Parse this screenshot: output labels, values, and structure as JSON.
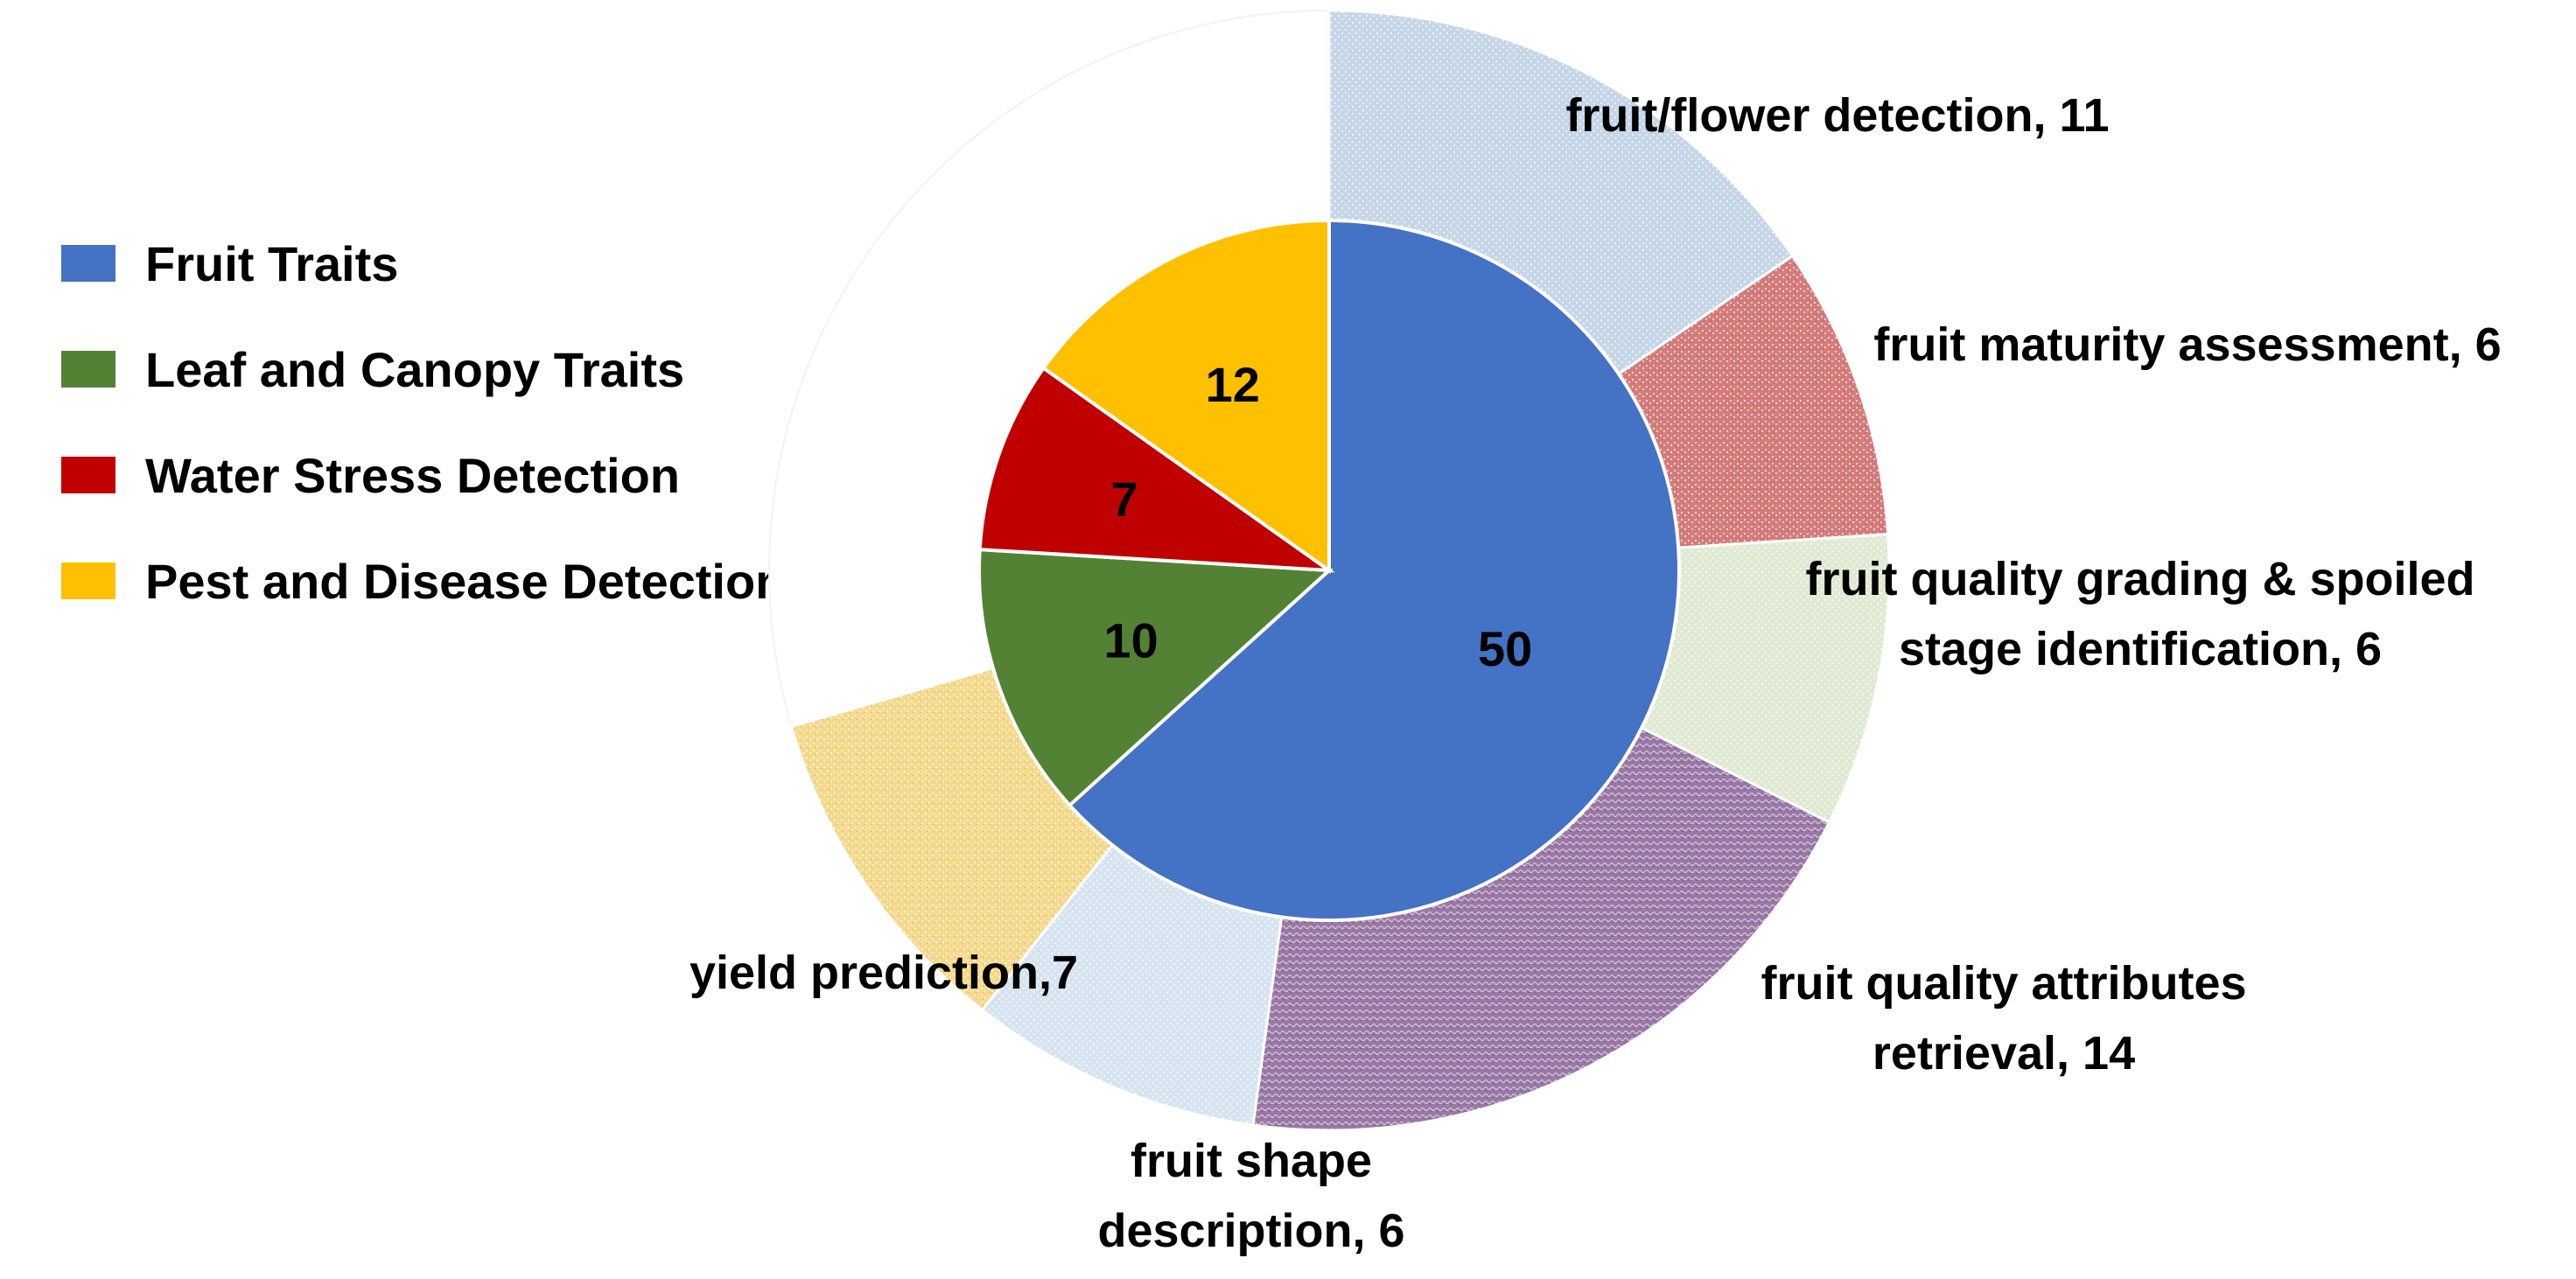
{
  "chart_data": {
    "type": "pie",
    "variant": "nested-donut",
    "title": "",
    "inner": {
      "categories": [
        "Fruit Traits",
        "Leaf and Canopy Traits",
        "Water Stress Detection",
        "Pest and Disease Detection"
      ],
      "values": [
        50,
        10,
        7,
        12
      ],
      "value_labels": [
        "50",
        "10",
        "7",
        "12"
      ],
      "colors": [
        "#4472c4",
        "#548235",
        "#c00000",
        "#ffc000"
      ]
    },
    "outer": {
      "parent": "Fruit Traits",
      "categories": [
        "fruit/flower detection",
        "fruit maturity assessment",
        "fruit quality grading & spoiled stage identification",
        "fruit quality attributes retrieval",
        "fruit shape description",
        "yield prediction"
      ],
      "values": [
        11,
        6,
        6,
        14,
        6,
        7
      ],
      "labels": [
        [
          "fruit/flower detection, 11"
        ],
        [
          "fruit maturity assessment, 6"
        ],
        [
          "fruit quality grading & spoiled",
          "stage identification, 6"
        ],
        [
          "fruit quality attributes",
          "retrieval, 14"
        ],
        [
          "fruit shape",
          "description, 6"
        ],
        [
          "yield prediction,7"
        ]
      ],
      "colors": [
        "#c5d6e8",
        "#d77a7a",
        "#e0ead2",
        "#9a78a6",
        "#d6e4f1",
        "#f7d98b"
      ],
      "patterns": [
        "dots",
        "speckle",
        "dots",
        "weave",
        "dots",
        "speckle"
      ]
    },
    "legend": {
      "position": "left",
      "entries": [
        {
          "label": "Fruit Traits",
          "color": "#4472c4"
        },
        {
          "label": "Leaf and Canopy Traits",
          "color": "#548235"
        },
        {
          "label": "Water Stress Detection",
          "color": "#c00000"
        },
        {
          "label": "Pest and Disease Detection",
          "color": "#ffc000"
        }
      ]
    },
    "start_angle_deg": 0,
    "direction": "clockwise"
  }
}
